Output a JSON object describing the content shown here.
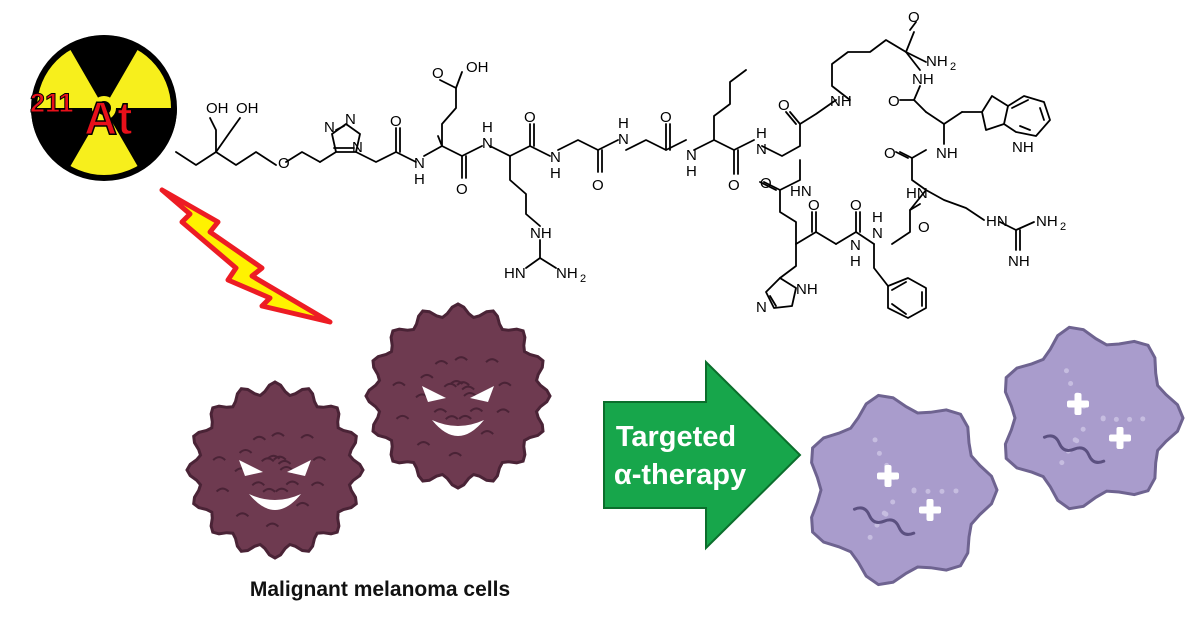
{
  "isotope": {
    "mass_number": "211",
    "symbol": "At",
    "colors": {
      "yellow": "#f7ef1c",
      "black": "#000000",
      "red": "#e8101a"
    }
  },
  "chemical_labels": {
    "oh1": "OH",
    "oh2": "OH",
    "o_ether": "O",
    "triazole_n1": "N",
    "triazole_n2": "N",
    "triazole_n3": "N",
    "cooh_o": "O",
    "cooh_oh": "OH",
    "nh_1": "H",
    "n_1": "N",
    "nh_2": "H",
    "n_2": "N",
    "nh_3": "H",
    "n_3": "N",
    "nh_4": "H",
    "n_4": "N",
    "nh_5": "H",
    "n_5": "N",
    "o_1": "O",
    "o_2": "O",
    "o_3": "O",
    "o_4": "O",
    "o_5": "O",
    "o_6": "O",
    "arg1_nh": "NH",
    "arg1_hn": "HN",
    "arg1_nh2": "NH",
    "ring_nh_1": "NH",
    "ring_o_1": "O",
    "ring_o_2": "O",
    "ring_nh_2": "NH",
    "amide_o": "O",
    "amide_nh2": "NH",
    "ring_nh_3": "N",
    "ring_h_3": "H",
    "ring_nh_4": "N",
    "ring_h_4": "H",
    "ring_o_3": "O",
    "ring_hn_5": "HN",
    "ring_o_4": "O",
    "ring_o_5": "O",
    "ring_nh_6": "NH",
    "ring_nh_7": "N",
    "ring_h_7": "H",
    "ring_o_6": "O",
    "ring_hn_8": "HN",
    "his_n": "N",
    "his_nh": "NH",
    "trp_nh": "NH",
    "arg2_nh": "NH",
    "arg2_hn": "HN",
    "arg2_nh2": "NH",
    "sub2": "2"
  },
  "arrow": {
    "line1": "Targeted",
    "line2": "α-therapy",
    "color": "#17a64b"
  },
  "lightning_colors": {
    "fill": "#fff200",
    "stroke": "#ed1c24"
  },
  "caption": "Malignant melanoma cells",
  "cell_colors": {
    "malignant": "#6e3a50",
    "malignant_dark": "#4a2336",
    "treated": "#a99ccc",
    "treated_outline": "#6e6390"
  }
}
